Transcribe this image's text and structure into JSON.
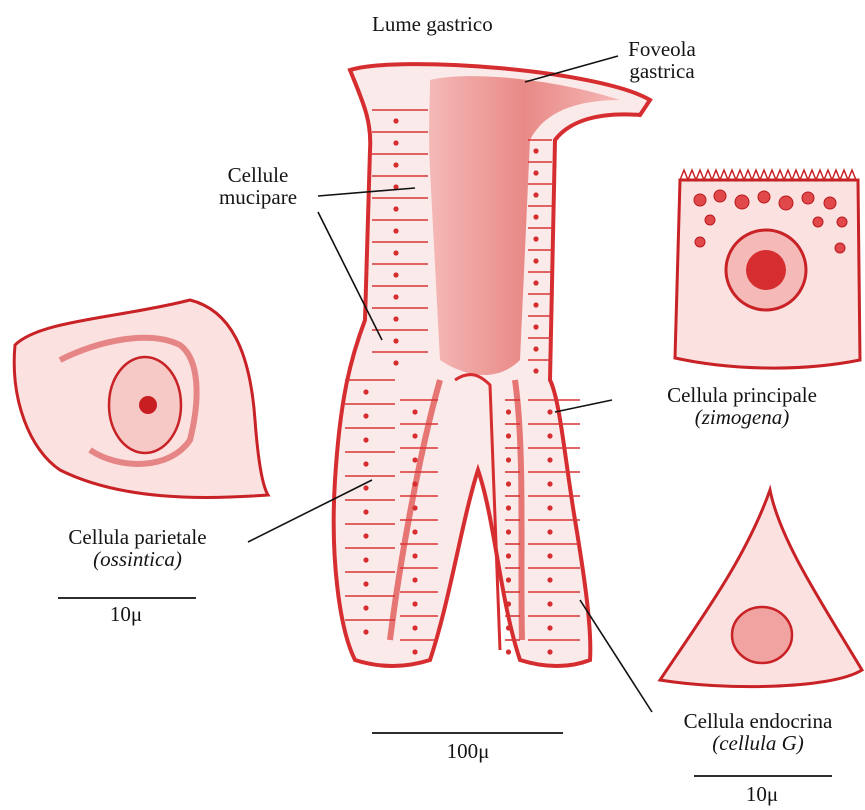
{
  "colors": {
    "tissue": "#e5484a",
    "tissue_dark": "#c81e22",
    "tissue_light": "#f7c7c5",
    "lumen": "#e98886",
    "ink": "#141414"
  },
  "labels": {
    "lumen": "Lume gastrico",
    "foveola_line1": "Foveola",
    "foveola_line2": "gastrica",
    "mucous_line1": "Cellule",
    "mucous_line2": "mucipare",
    "chief_line1": "Cellula principale",
    "chief_line2": "(zimogena)",
    "parietal_line1": "Cellula parietale",
    "parietal_line2": "(ossintica)",
    "endocrine_line1": "Cellula endocrina",
    "endocrine_line2": "(cellula G)"
  },
  "scale_bars": {
    "left": "10μ",
    "center": "100μ",
    "right": "10μ"
  }
}
